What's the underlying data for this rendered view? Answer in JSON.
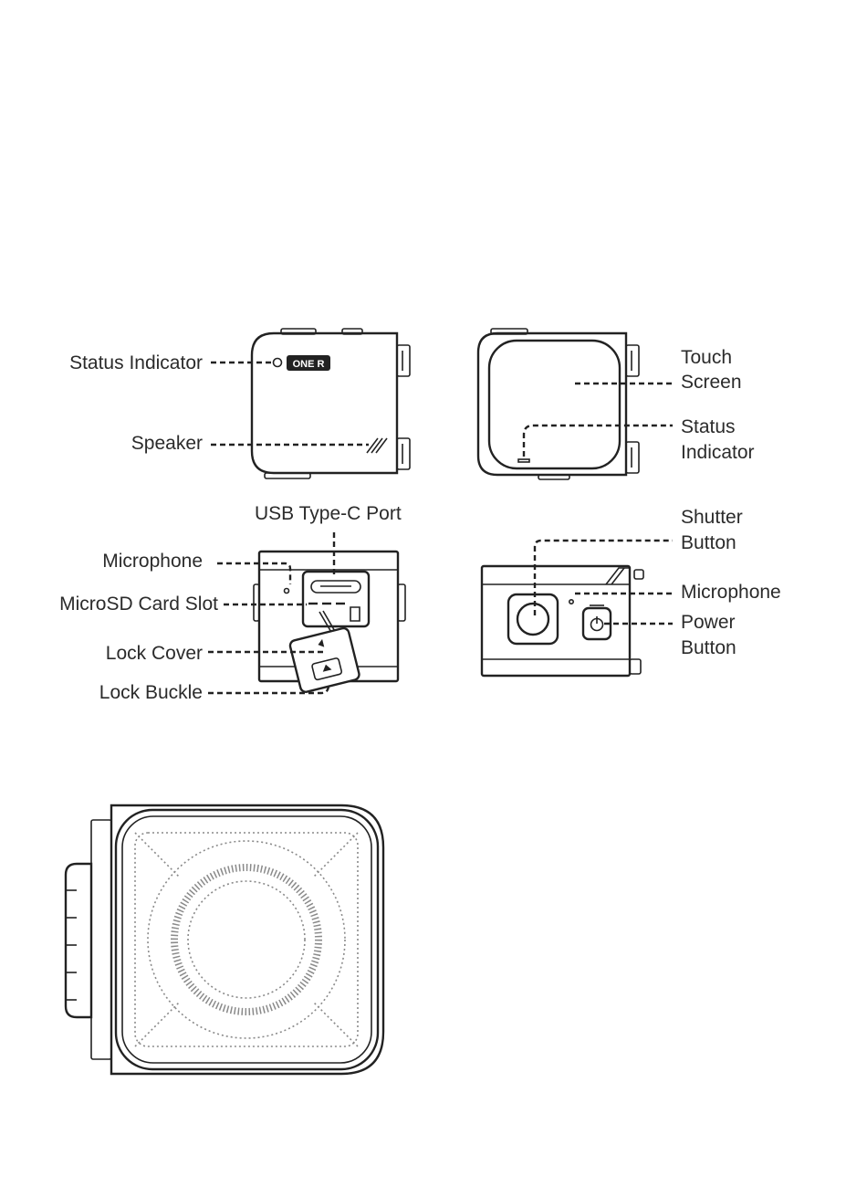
{
  "labels": {
    "status_indicator_front": "Status Indicator",
    "speaker": "Speaker",
    "touch_screen_line1": "Touch",
    "touch_screen_line2": "Screen",
    "status_indicator_back_line1": "Status",
    "status_indicator_back_line2": "Indicator",
    "usb_port": "USB Type-C Port",
    "microphone_left": "Microphone",
    "microsd_slot": "MicroSD Card Slot",
    "lock_cover": "Lock Cover",
    "lock_buckle": "Lock Buckle",
    "shutter_line1": "Shutter",
    "shutter_line2": "Button",
    "microphone_right": "Microphone",
    "power_line1": "Power",
    "power_line2": "Button"
  },
  "logo_text": "ONE R"
}
